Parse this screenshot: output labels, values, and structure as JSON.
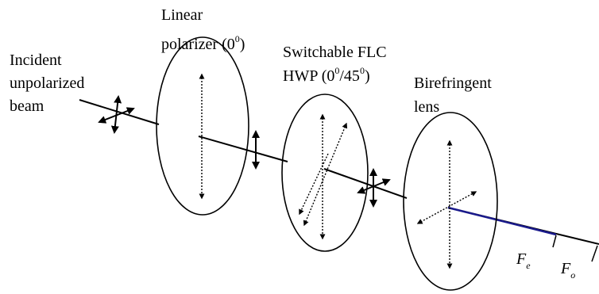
{
  "labels": {
    "incident": [
      "Incident",
      "unpolarized",
      "beam"
    ],
    "polarizer": {
      "line1": "Linear",
      "line2_text": "polarizer (0",
      "sup": "0",
      "close": ")"
    },
    "hwp": {
      "line1": "Switchable FLC",
      "pre": "HWP (0",
      "sup1": "0",
      "mid": "/45",
      "sup2": "0",
      "close": ")"
    },
    "lens": [
      "Birefringent",
      "lens"
    ],
    "fe": {
      "main": "F",
      "sub": "e"
    },
    "fo": {
      "main": "F",
      "sub": "o"
    }
  },
  "colors": {
    "line": "#000000",
    "extraordinary_beam": "#1a1a8c"
  }
}
